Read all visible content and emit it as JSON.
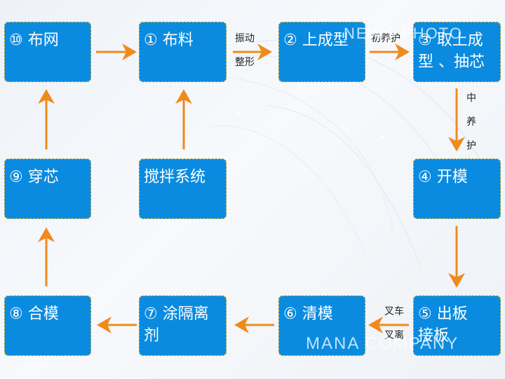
{
  "nodes": {
    "n10": "⑩ 布网",
    "n1": "① 布料",
    "n2": "② 上成型",
    "n3": "③ 取上成\n型 、抽芯",
    "n9": "⑨ 穿芯",
    "stir": "搅拌系统",
    "n4": "④ 开模",
    "n8": "⑧ 合模",
    "n7": "⑦ 涂隔离\n剂",
    "n6": "⑥ 清模",
    "n5": "⑤ 出板\n接板"
  },
  "edge_labels": {
    "vibrate": "振动\n\n整形",
    "initial_cure": "初养护",
    "mid_cure": "中\n\n养\n\n护",
    "forklift": "叉车\n\n叉离"
  },
  "watermarks": {
    "top": "NEWS PHOTO",
    "bottom": "MANA COMPANY"
  },
  "colors": {
    "node_fill": "#0a8be0",
    "node_border": "#e0c040",
    "arrow": "#f08a1c"
  }
}
